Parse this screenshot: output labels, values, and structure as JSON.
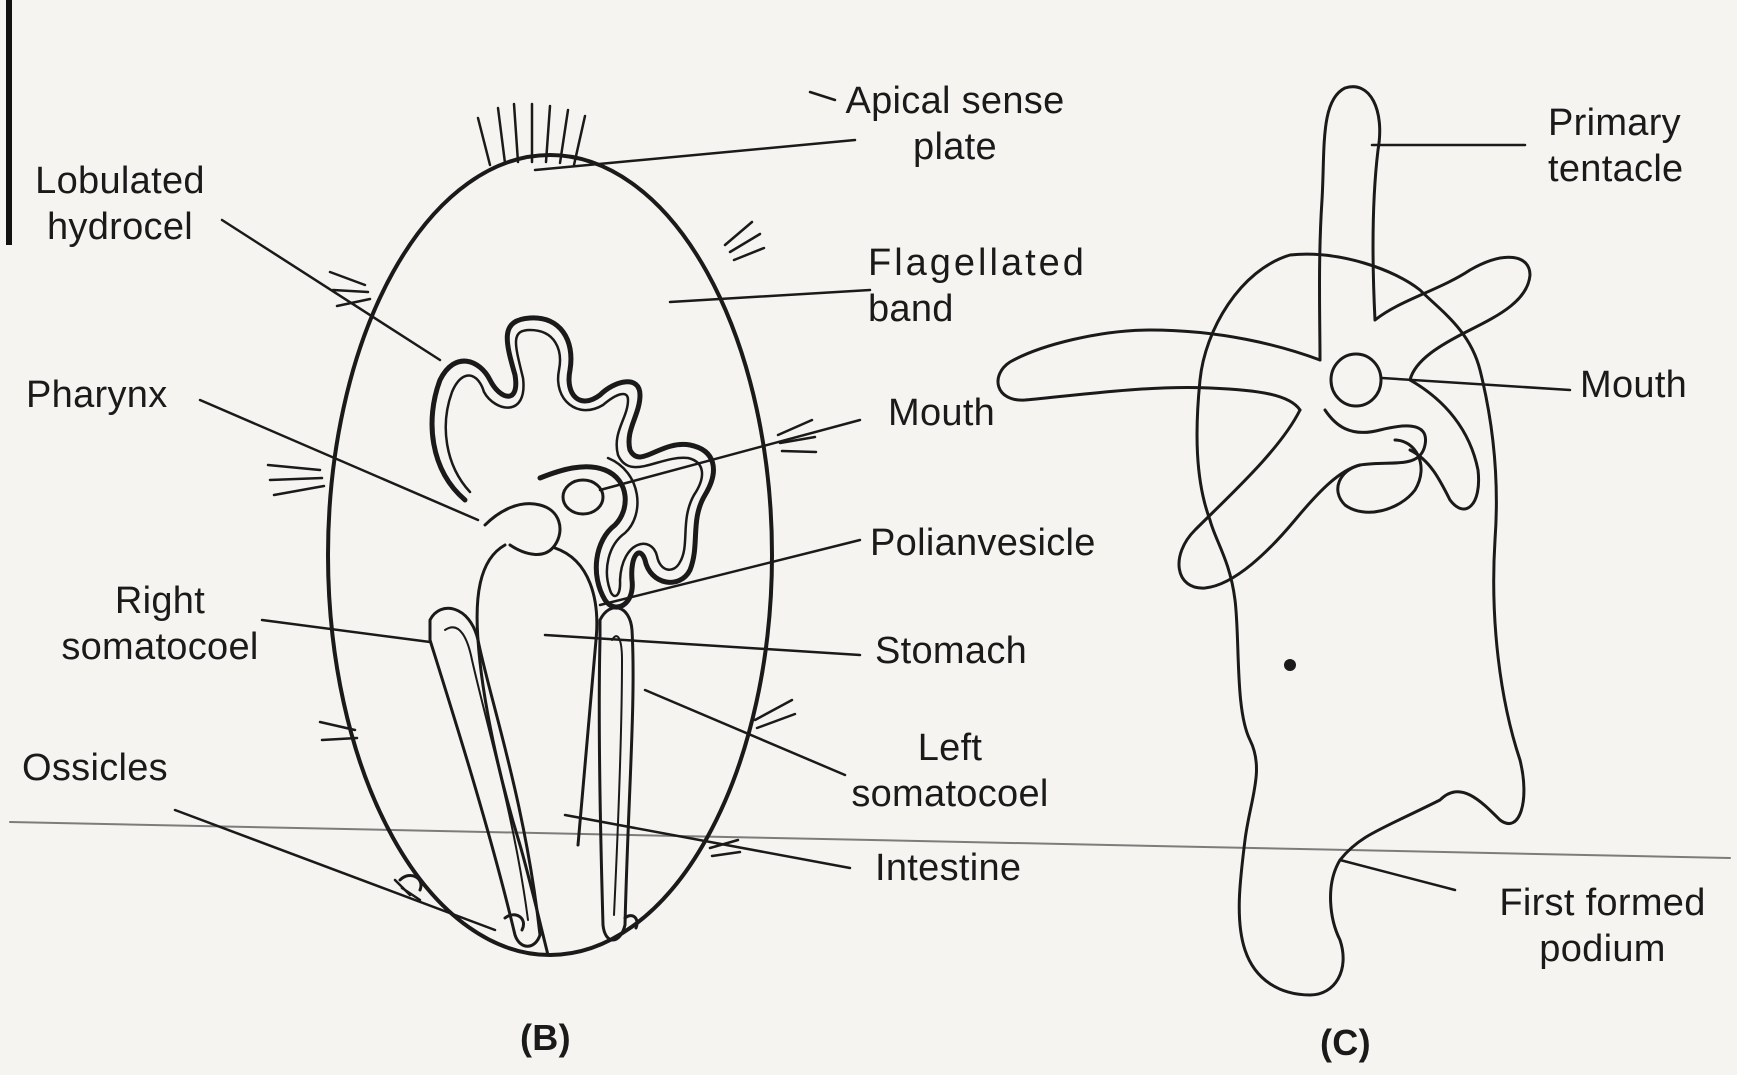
{
  "figure_b": {
    "panel_label": "(B)",
    "labels": {
      "apical_sense_plate": [
        "Apical sense",
        "plate"
      ],
      "lobulated_hydrocel": [
        "Lobulated",
        "hydrocel"
      ],
      "flagellated_band": [
        "Flagellated",
        "band"
      ],
      "pharynx": "Pharynx",
      "mouth": "Mouth",
      "polianvesicle": "Polianvesicle",
      "right_somatocoel": [
        "Right",
        "somatocoel"
      ],
      "stomach": "Stomach",
      "left_somatocoel": [
        "Left",
        "somatocoel"
      ],
      "ossicles": "Ossicles",
      "intestine": "Intestine"
    }
  },
  "figure_c": {
    "panel_label": "(C)",
    "labels": {
      "primary_tentacle": [
        "Primary",
        "tentacle"
      ],
      "mouth": "Mouth",
      "first_formed_podium": [
        "First formed",
        "podium"
      ]
    }
  },
  "colors": {
    "ink": "#1a1a1a",
    "paper": "#f6f4f1"
  }
}
